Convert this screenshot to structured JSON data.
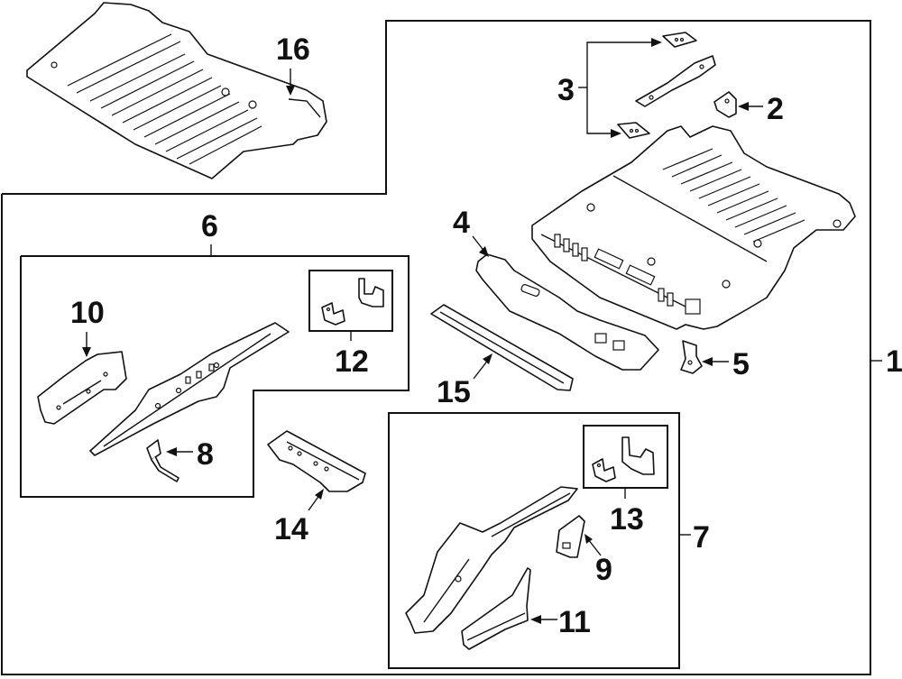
{
  "diagram": {
    "type": "exploded parts diagram",
    "background": "#ffffff",
    "line_color": "#111111",
    "callouts": [
      {
        "id": "1",
        "label": "1",
        "part": "floor-pan-assembly"
      },
      {
        "id": "2",
        "label": "2",
        "part": "bracket"
      },
      {
        "id": "3",
        "label": "3",
        "part": "reinforcement-brackets"
      },
      {
        "id": "4",
        "label": "4",
        "part": "rear-crossmember"
      },
      {
        "id": "5",
        "label": "5",
        "part": "small-bracket"
      },
      {
        "id": "6",
        "label": "6",
        "part": "left-rail-assembly"
      },
      {
        "id": "7",
        "label": "7",
        "part": "right-rail-assembly"
      },
      {
        "id": "8",
        "label": "8",
        "part": "rail-bracket"
      },
      {
        "id": "9",
        "label": "9",
        "part": "rail-gusset"
      },
      {
        "id": "10",
        "label": "10",
        "part": "front-rail-extension"
      },
      {
        "id": "11",
        "label": "11",
        "part": "rear-rail-extension"
      },
      {
        "id": "12",
        "label": "12",
        "part": "bracket-set-left"
      },
      {
        "id": "13",
        "label": "13",
        "part": "bracket-set-right"
      },
      {
        "id": "14",
        "label": "14",
        "part": "center-crossmember"
      },
      {
        "id": "15",
        "label": "15",
        "part": "crossmember-reinforcement"
      },
      {
        "id": "16",
        "label": "16",
        "part": "front-floor-pan"
      }
    ]
  }
}
